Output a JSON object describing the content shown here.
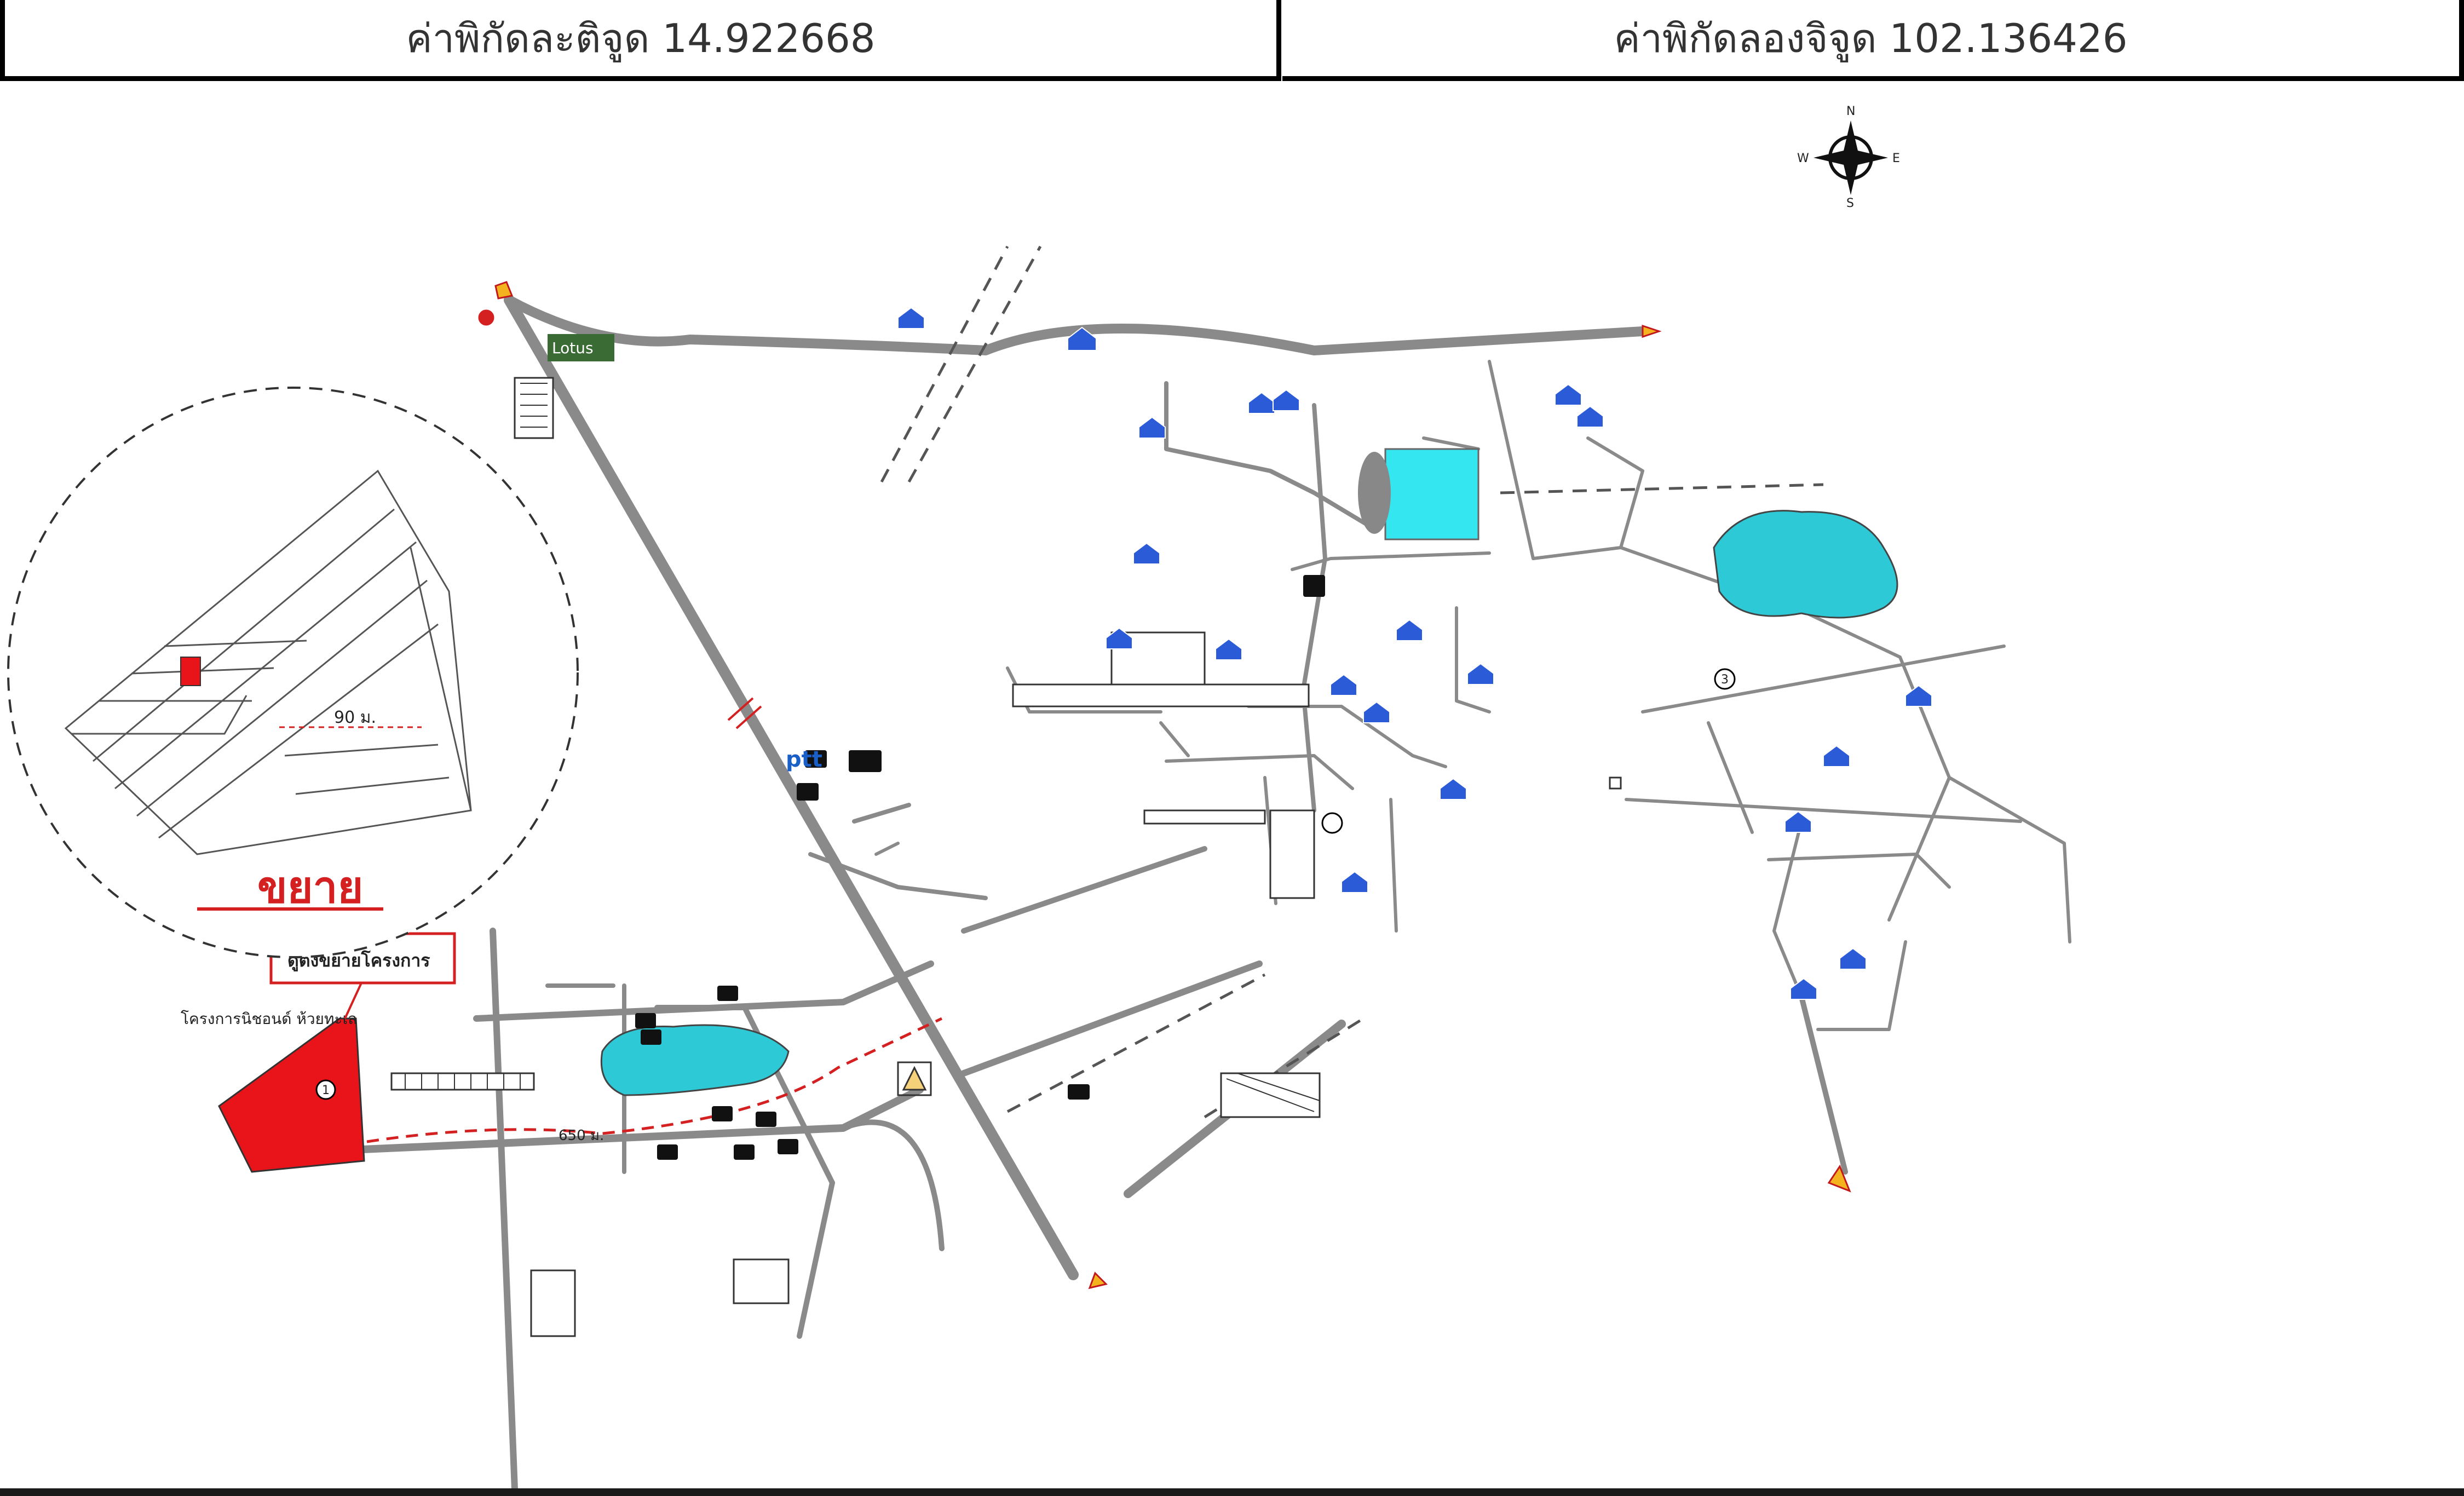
{
  "header": {
    "latitude_label": "ค่าพิกัดละติจูด 14.922668",
    "longitude_label": "ค่าพิกัดลองจิจูด 102.136426"
  },
  "compass": {
    "north": "N",
    "south": "S",
    "east": "E",
    "west": "W"
  },
  "inset": {
    "title": "ขยาย",
    "distance_label": "90 ม."
  },
  "project": {
    "callout": "ดูตั้งขยายโครงการ",
    "name": "โครงการนิชอนด์ ห้วยทะเล",
    "marker": "1",
    "distance_label": "650 ม."
  },
  "road_markers": {
    "route_m3": "3"
  },
  "brands": {
    "ptt": "ptt",
    "lotus": "Lotus"
  },
  "colors": {
    "road": "#8a8a8a",
    "pond": "#2ec9d6",
    "project": "#e8141a",
    "field": "#33e6f0",
    "arrow": "#f5b21f",
    "accent_red": "#d42020"
  }
}
